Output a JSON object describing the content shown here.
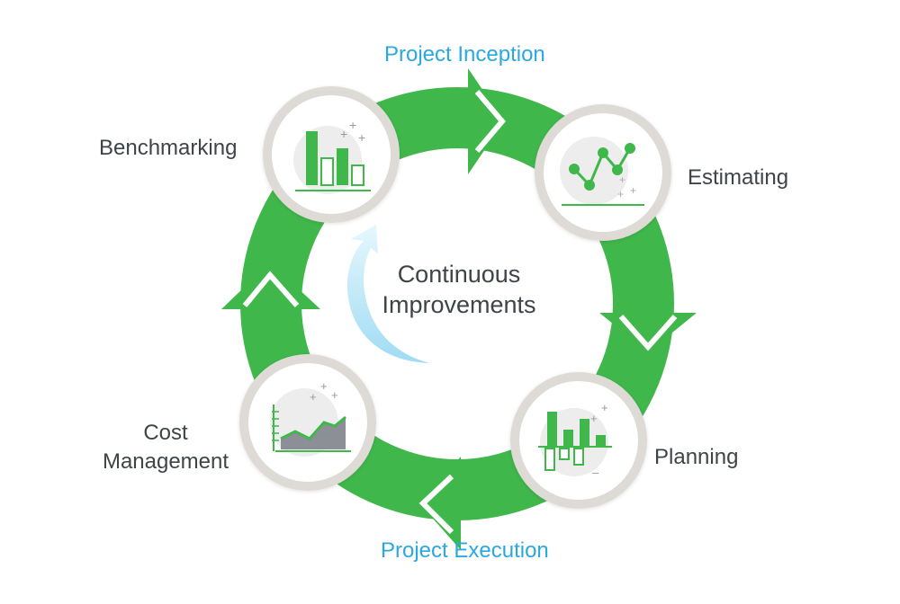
{
  "diagram": {
    "top_label": "Project Inception",
    "bottom_label": "Project Execution",
    "center_line1": "Continuous",
    "center_line2": "Improvements",
    "nodes": {
      "benchmarking": {
        "label": "Benchmarking",
        "icon": "bar-chart-icon"
      },
      "estimating": {
        "label": "Estimating",
        "icon": "line-chart-icon"
      },
      "planning": {
        "label": "Planning",
        "icon": "variance-chart-icon"
      },
      "cost_management": {
        "label_line1": "Cost",
        "label_line2": "Management",
        "icon": "area-chart-icon"
      }
    },
    "colors": {
      "cycle_green": "#40b74b",
      "accent_blue": "#29a9e0",
      "center_arrow": "#b9e6f6",
      "text": "#3f4448"
    }
  }
}
